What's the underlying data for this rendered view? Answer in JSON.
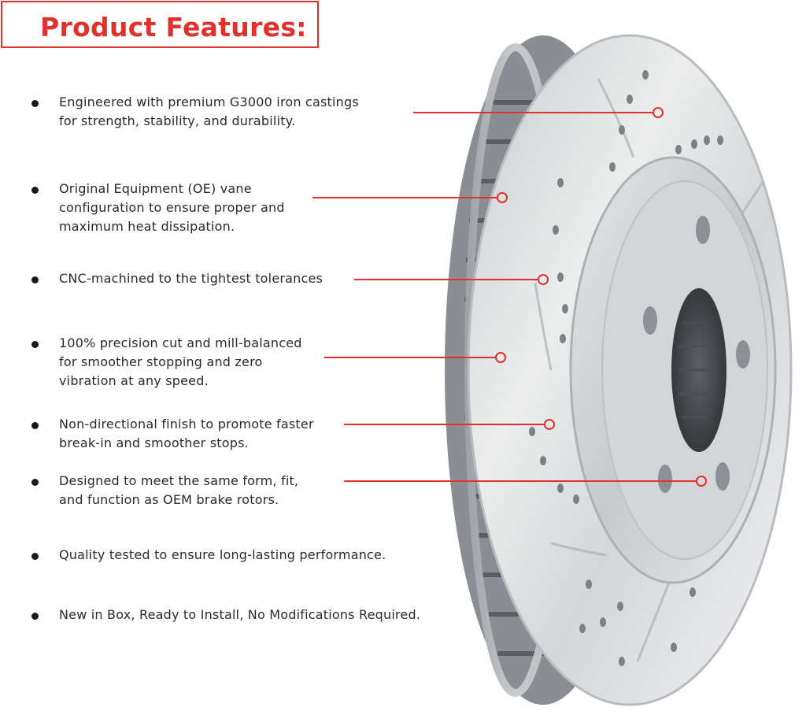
{
  "header": {
    "title": "Product Features:"
  },
  "features": [
    {
      "l1": "Engineered with premium G3000 iron castings",
      "l2": "for strength, stability, and durability.",
      "l3": ""
    },
    {
      "l1": "Original Equipment (OE) vane",
      "l2": "configuration to ensure proper and",
      "l3": "maximum heat dissipation."
    },
    {
      "l1": "CNC-machined to the tightest tolerances",
      "l2": "",
      "l3": ""
    },
    {
      "l1": "100% precision cut and mill-balanced",
      "l2": "for smoother stopping and zero",
      "l3": "vibration at any speed."
    },
    {
      "l1": "Non-directional finish to promote faster",
      "l2": "break-in and smoother stops.",
      "l3": ""
    },
    {
      "l1": "Designed to meet the same form, fit,",
      "l2": "and function as OEM brake rotors.",
      "l3": ""
    },
    {
      "l1": "Quality tested to ensure long-lasting performance.",
      "l2": "",
      "l3": ""
    },
    {
      "l1": "New in Box, Ready to Install, No Modifications Required.",
      "l2": "",
      "l3": ""
    }
  ],
  "colors": {
    "accent": "#e2302d",
    "text": "#2a2a2a",
    "metal": "#d9dadc"
  },
  "icons": {
    "bullet": "filled-circle",
    "callout": "red-ring-marker"
  }
}
